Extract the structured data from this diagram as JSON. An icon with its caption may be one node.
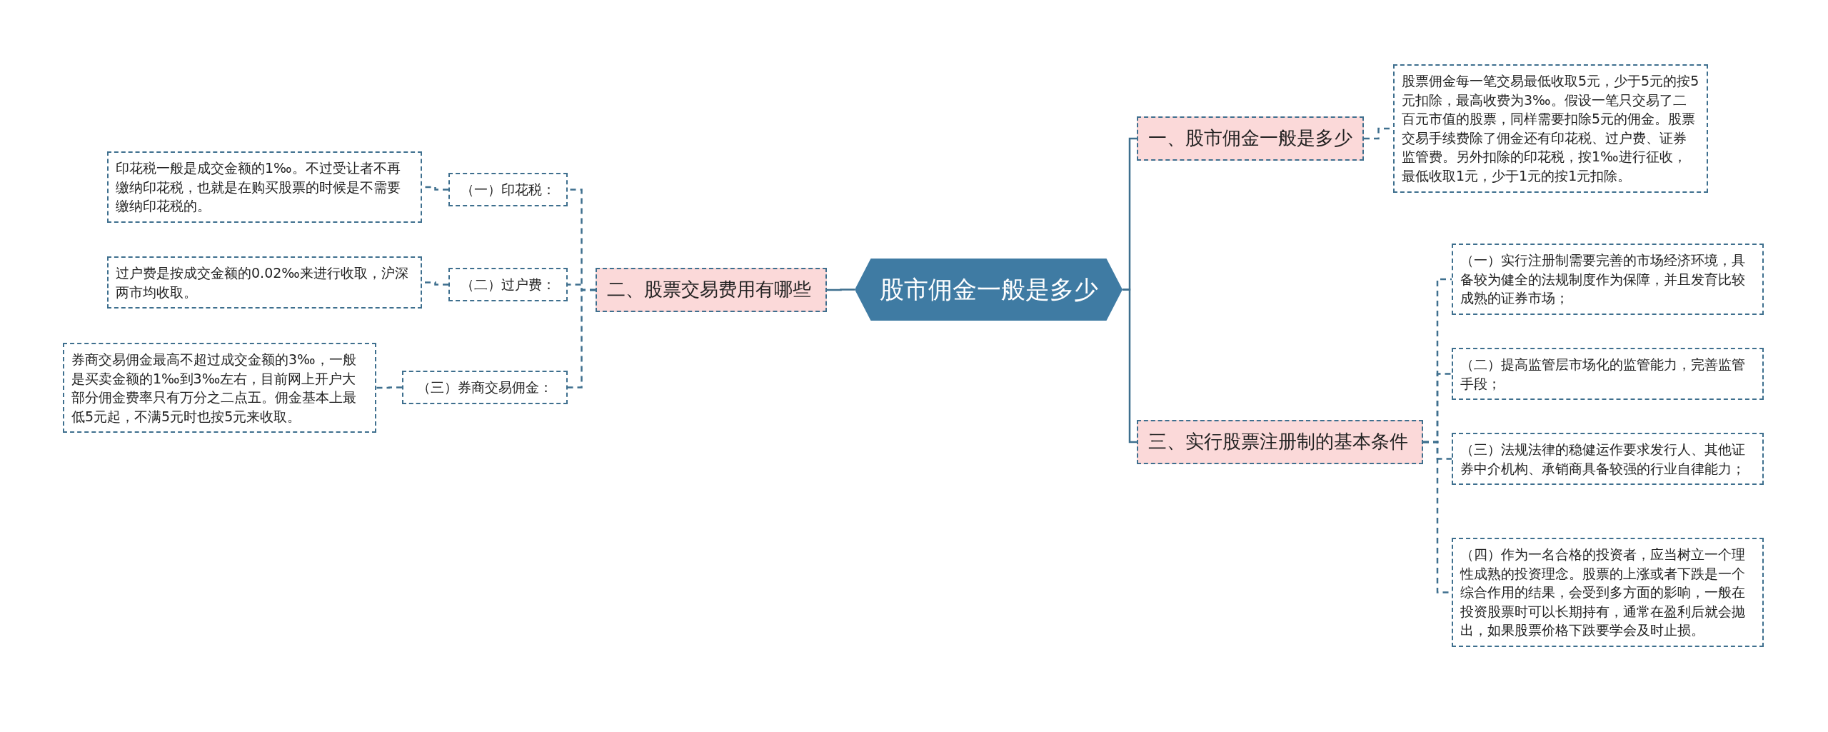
{
  "diagram": {
    "nodes": [
      {
        "text": [
          "股市佣金一般是多少"
        ]
      },
      {
        "text": [
          "一、股市佣金一般是多少"
        ]
      },
      {
        "text": [
          "股票佣金每一笔交易最低收取5元，少于5元的按5元扣除，最高收费为3‰。假设一笔只交易了二百元市值的股票，同样需要扣除5元的佣金。股票交易手续费除了佣金还有印花税、过户费、证券监管费。另外扣除的印花税，按1‰进行征收，最低收取1元，少于1元的按1元扣除。"
        ]
      },
      {
        "text": [
          "二、股票交易费用有哪些"
        ]
      },
      {
        "text": [
          "（一）印花税："
        ]
      },
      {
        "text": [
          "印花税一般是成交金额的1‰。不过受让者不再缴纳印花税，也就是在购买股票的时候是不需要缴纳印花税的。"
        ]
      },
      {
        "text": [
          "（二）过户费："
        ]
      },
      {
        "text": [
          "过户费是按成交金额的0.02‰来进行收取，沪深两市均收取。"
        ]
      },
      {
        "text": [
          "（三）券商交易佣金："
        ]
      },
      {
        "text": [
          "券商交易佣金最高不超过成交金额的3‰，一般是买卖金额的1‰到3‰左右，目前网上开户大部分佣金费率只有万分之二点五。佣金基本上最低5元起，不满5元时也按5元来收取。"
        ]
      },
      {
        "text": [
          "三、实行股票注册制的基本条件"
        ]
      },
      {
        "text": [
          "（一）实行注册制需要完善的市场经济环境，具备较为健全的法规制度作为保障，并且发育比较成熟的证券市场；"
        ]
      },
      {
        "text": [
          "（二）提高监管层市场化的监管能力，完善监管手段；"
        ]
      },
      {
        "text": [
          "（三）法规法律的稳健运作要求发行人、其他证券中介机构、承销商具备较强的行业自律能力；"
        ]
      },
      {
        "text": [
          "（四）作为一名合格的投资者，应当树立一个理性成熟的投资理念。股票的上涨或者下跌是一个综合作用的结果，会受到多方面的影响，一般在投资股票时可以长期持有，通常在盈利后就会抛出，如果股票价格下跌要学会及时止损。"
        ]
      }
    ],
    "edges": [
      {
        "from": 0,
        "to": 1,
        "arrow": "none"
      },
      {
        "from": 1,
        "to": 2,
        "arrow": "none",
        "style": "dashed"
      },
      {
        "from": 0,
        "to": 3,
        "arrow": "none"
      },
      {
        "from": 3,
        "to": 4,
        "arrow": "none",
        "style": "dashed"
      },
      {
        "from": 4,
        "to": 5,
        "arrow": "none",
        "style": "dashed"
      },
      {
        "from": 3,
        "to": 6,
        "arrow": "none",
        "style": "dashed"
      },
      {
        "from": 6,
        "to": 7,
        "arrow": "none",
        "style": "dashed"
      },
      {
        "from": 3,
        "to": 8,
        "arrow": "none",
        "style": "dashed"
      },
      {
        "from": 8,
        "to": 9,
        "arrow": "none",
        "style": "dashed"
      },
      {
        "from": 0,
        "to": 10,
        "arrow": "none"
      },
      {
        "from": 10,
        "to": 11,
        "arrow": "none",
        "style": "dashed"
      },
      {
        "from": 10,
        "to": 12,
        "arrow": "none",
        "style": "dashed"
      },
      {
        "from": 10,
        "to": 13,
        "arrow": "none",
        "style": "dashed"
      },
      {
        "from": 10,
        "to": 14,
        "arrow": "none",
        "style": "dashed"
      }
    ]
  }
}
